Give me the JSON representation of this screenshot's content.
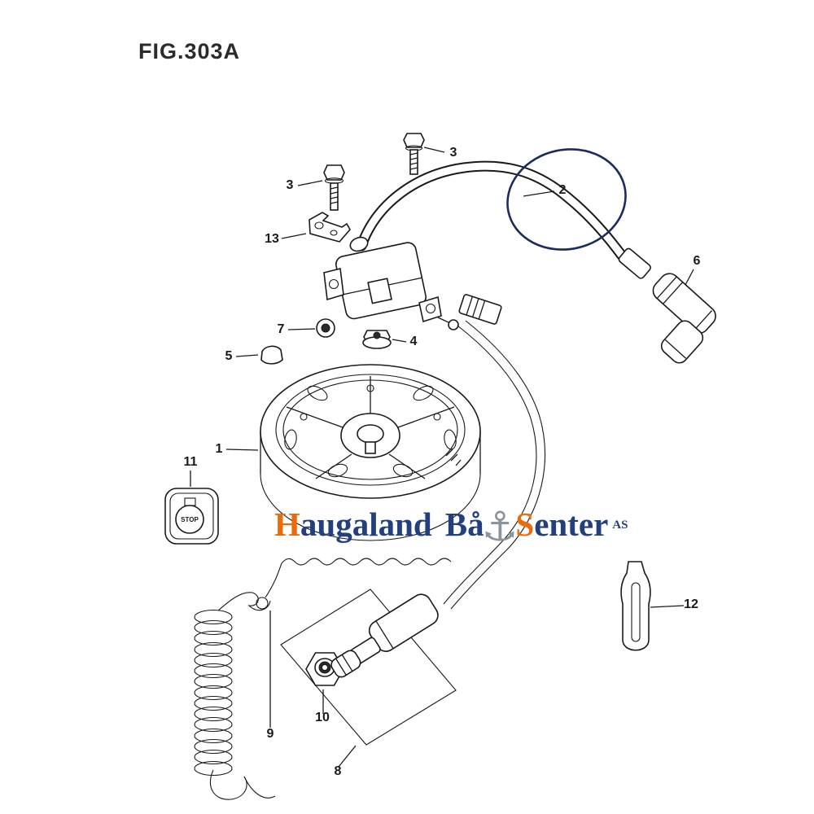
{
  "figure": {
    "title": "FIG.303A"
  },
  "watermark": {
    "h": "H",
    "augaland": "augaland",
    "b": "Bå",
    "anchor_icon": "⚓",
    "s": "S",
    "enter": "enter",
    "suffix": "AS"
  },
  "stop_button": {
    "label": "STOP"
  },
  "labels": [
    {
      "id": "3-top",
      "part": "3"
    },
    {
      "id": "3-left",
      "part": "3"
    },
    {
      "id": "13",
      "part": "13"
    },
    {
      "id": "2",
      "part": "2"
    },
    {
      "id": "6",
      "part": "6"
    },
    {
      "id": "7",
      "part": "7"
    },
    {
      "id": "4",
      "part": "4"
    },
    {
      "id": "5",
      "part": "5"
    },
    {
      "id": "1",
      "part": "1"
    },
    {
      "id": "11",
      "part": "11"
    },
    {
      "id": "12",
      "part": "12"
    },
    {
      "id": "9",
      "part": "9"
    },
    {
      "id": "10",
      "part": "10"
    },
    {
      "id": "8",
      "part": "8"
    }
  ],
  "colors": {
    "diagram_line": "#1a1a1a",
    "highlight_circle": "#1c2c5e",
    "watermark_navy": "#23407c",
    "watermark_orange": "#e96b0c",
    "watermark_anchor_gray": "#8b949c"
  }
}
